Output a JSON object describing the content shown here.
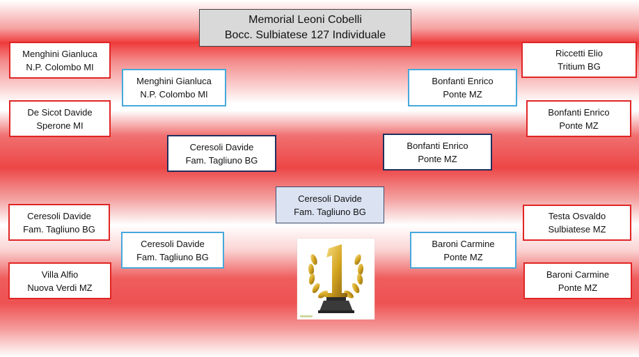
{
  "title": {
    "line1": "Memorial Leoni Cobelli",
    "line2": "Bocc. Sulbiatese 127 Individuale"
  },
  "round1": {
    "left": [
      {
        "name": "Menghini Gianluca",
        "club": "N.P. Colombo MI"
      },
      {
        "name": "De Sicot Davide",
        "club": "Sperone MI"
      },
      {
        "name": "Ceresoli Davide",
        "club": "Fam. Tagliuno BG"
      },
      {
        "name": "Villa Alfio",
        "club": "Nuova Verdi MZ"
      }
    ],
    "right": [
      {
        "name": "Riccetti Elio",
        "club": "Tritium BG"
      },
      {
        "name": "Bonfanti Enrico",
        "club": "Ponte MZ"
      },
      {
        "name": "Testa Osvaldo",
        "club": "Sulbiatese MZ"
      },
      {
        "name": "Baroni Carmine",
        "club": "Ponte MZ"
      }
    ]
  },
  "round2": {
    "left": [
      {
        "name": "Menghini Gianluca",
        "club": "N.P. Colombo MI"
      },
      {
        "name": "Ceresoli Davide",
        "club": "Fam. Tagliuno BG"
      }
    ],
    "right": [
      {
        "name": "Bonfanti Enrico",
        "club": "Ponte MZ"
      },
      {
        "name": "Baroni Carmine",
        "club": "Ponte MZ"
      }
    ]
  },
  "semifinal": {
    "left": {
      "name": "Ceresoli Davide",
      "club": "Fam. Tagliuno BG"
    },
    "right": {
      "name": "Bonfanti Enrico",
      "club": "Ponte MZ"
    }
  },
  "winner": {
    "name": "Ceresoli Davide",
    "club": "Fam. Tagliuno BG"
  },
  "trophy": {
    "icon": "trophy-number-one-icon"
  },
  "colors": {
    "r1_border": "#e02424",
    "r2_border": "#45a8dc",
    "semi_border": "#1f2f5e",
    "winner_bg": "#dbe3f3"
  }
}
